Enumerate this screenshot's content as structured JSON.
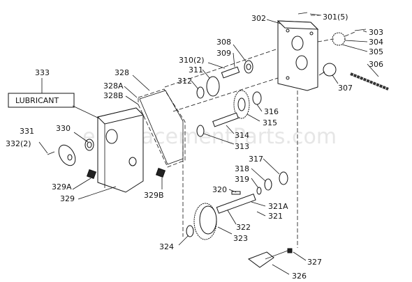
{
  "watermark": "eReplacementParts.com",
  "lubricant_box": "LUBRICANT",
  "labels": {
    "l333": "333",
    "l328": "328",
    "l328A": "328A",
    "l328B": "328B",
    "l330": "330",
    "l331": "331",
    "l332": "332(2)",
    "l329A": "329A",
    "l329": "329",
    "l329B": "329B",
    "l302": "302",
    "l301": "301(5)",
    "l303": "303",
    "l304": "304",
    "l305": "305",
    "l306": "306",
    "l307": "307",
    "l308": "308",
    "l309": "309",
    "l310": "310(2)",
    "l311": "311",
    "l312": "312",
    "l316": "316",
    "l315": "315",
    "l314": "314",
    "l313": "313",
    "l317": "317",
    "l318": "318",
    "l319": "319",
    "l320": "320",
    "l321A": "321A",
    "l321": "321",
    "l322": "322",
    "l323": "323",
    "l324": "324",
    "l327": "327",
    "l326": "326"
  }
}
